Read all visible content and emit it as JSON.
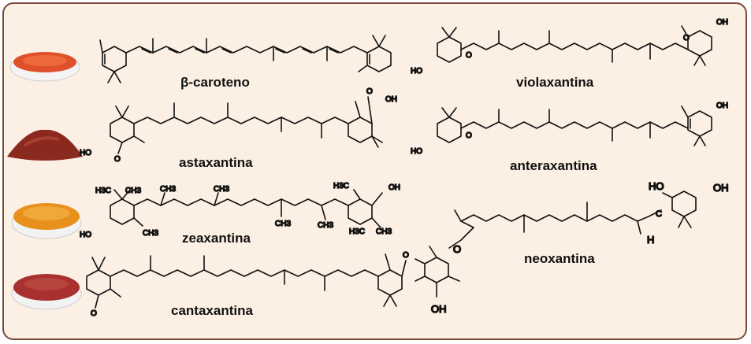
{
  "molecules": [
    {
      "name": "β-caroteno",
      "atoms": []
    },
    {
      "name": "astaxantina",
      "atoms": [
        "O",
        "OH",
        "HO",
        "O"
      ]
    },
    {
      "name": "zeaxantina",
      "atoms": [
        "H3C",
        "CH3",
        "CH3",
        "CH3",
        "CH3",
        "CH3",
        "H3C",
        "OH",
        "HO",
        "H3C",
        "CH3",
        "CH3"
      ]
    },
    {
      "name": "cantaxantina",
      "atoms": [
        "O",
        "O"
      ]
    },
    {
      "name": "violaxantina",
      "atoms": [
        "OH",
        "HO",
        "O",
        "O"
      ]
    },
    {
      "name": "anteraxantina",
      "atoms": [
        "OH",
        "HO",
        "O"
      ]
    },
    {
      "name": "neoxantina",
      "atoms": [
        "HO",
        "OH",
        "H",
        "O",
        "OH",
        "C"
      ]
    }
  ],
  "pigment_colors": [
    "#e0502a",
    "#8a2a1f",
    "#e8901c",
    "#a8302e"
  ]
}
